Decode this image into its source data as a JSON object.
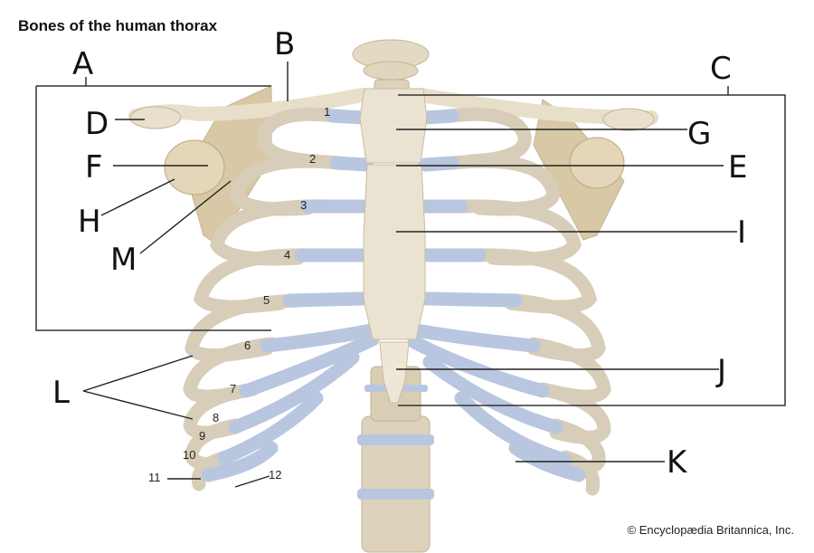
{
  "title": "Bones of the human thorax",
  "credit": "© Encyclopædia Britannica, Inc.",
  "letters": {
    "A": "A",
    "B": "B",
    "C": "C",
    "D": "D",
    "E": "E",
    "F": "F",
    "G": "G",
    "H": "H",
    "I": "I",
    "J": "J",
    "K": "K",
    "L": "L",
    "M": "M"
  },
  "rib_numbers": [
    "1",
    "2",
    "3",
    "4",
    "5",
    "6",
    "7",
    "8",
    "9",
    "10",
    "11",
    "12"
  ],
  "colors": {
    "bone": "#e6dcc6",
    "bone_shadow": "#c9bba0",
    "cartilage": "#b9c6e0",
    "ink": "#111111"
  }
}
